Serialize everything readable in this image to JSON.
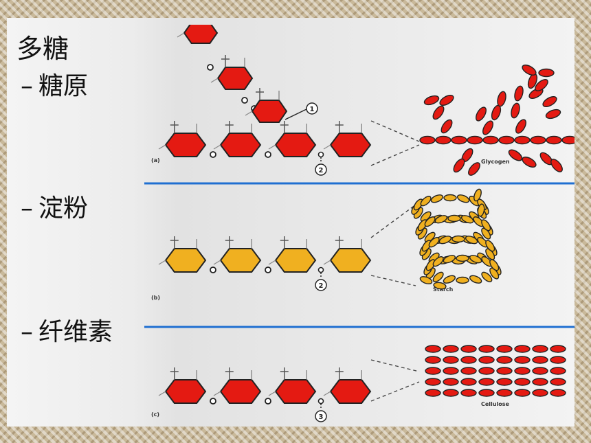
{
  "slide": {
    "title": "多糖",
    "items": [
      {
        "dash": "–",
        "label": "糖原"
      },
      {
        "dash": "–",
        "label": "淀粉"
      },
      {
        "dash": "–",
        "label": "纤维素"
      }
    ]
  },
  "diagram": {
    "panels": [
      {
        "letter": "(a)",
        "caption": "Glycogen",
        "marker": "2",
        "color": "#e41a12"
      },
      {
        "letter": "(b)",
        "caption": "Starch",
        "marker": "2",
        "color": "#f0b020"
      },
      {
        "letter": "(c)",
        "caption": "Cellulose",
        "marker": "3",
        "color": "#e41a12"
      }
    ],
    "branch_marker": "1",
    "divider_color": "#1f6fd1"
  }
}
